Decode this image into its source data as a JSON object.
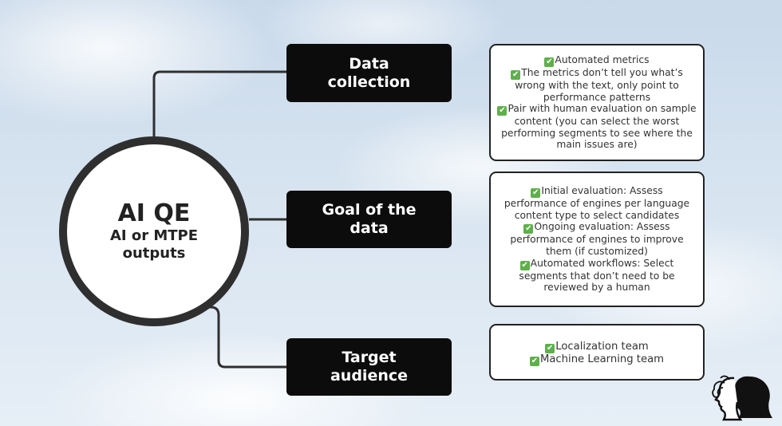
{
  "hub": {
    "title": "AI QE",
    "subtitle_lines": [
      "AI or MTPE",
      "outputs"
    ]
  },
  "nodes": [
    {
      "lines": [
        "Data",
        "collection"
      ]
    },
    {
      "lines": [
        "Goal of the",
        "data"
      ]
    },
    {
      "lines": [
        "Target",
        "audience"
      ]
    }
  ],
  "notes": [
    {
      "lines": [
        {
          "check": true,
          "text": "Automated metrics"
        },
        {
          "check": true,
          "text": "The metrics don’t tell you what’s"
        },
        {
          "check": false,
          "text": "wrong with the text, only point to"
        },
        {
          "check": false,
          "text": "performance patterns"
        },
        {
          "check": true,
          "text": "Pair with human evaluation on sample"
        },
        {
          "check": false,
          "text": "content (you can select the worst"
        },
        {
          "check": false,
          "text": "performing segments to see where the"
        },
        {
          "check": false,
          "text": "main issues are)"
        }
      ]
    },
    {
      "lines": [
        {
          "check": true,
          "text": "Initial evaluation: Assess"
        },
        {
          "check": false,
          "text": "performance of engines per language"
        },
        {
          "check": false,
          "text": "content type to select candidates"
        },
        {
          "check": true,
          "text": "Ongoing evaluation: Assess"
        },
        {
          "check": false,
          "text": "performance of engines to improve"
        },
        {
          "check": false,
          "text": "them (if customized)"
        },
        {
          "check": true,
          "text": "Automated workflows: Select"
        },
        {
          "check": false,
          "text": "segments that don’t need to be"
        },
        {
          "check": false,
          "text": "reviewed by a human"
        }
      ]
    },
    {
      "lines": [
        {
          "check": true,
          "text": "Localization team"
        },
        {
          "check": true,
          "text": "Machine Learning team"
        }
      ]
    }
  ],
  "colors": {
    "connector": "#2f2f30",
    "node_fill": "#0c0c0c",
    "check_green": "#5fb04b"
  },
  "icons": {
    "check": "check-mark-icon",
    "logo": "profiles-logo-icon"
  }
}
